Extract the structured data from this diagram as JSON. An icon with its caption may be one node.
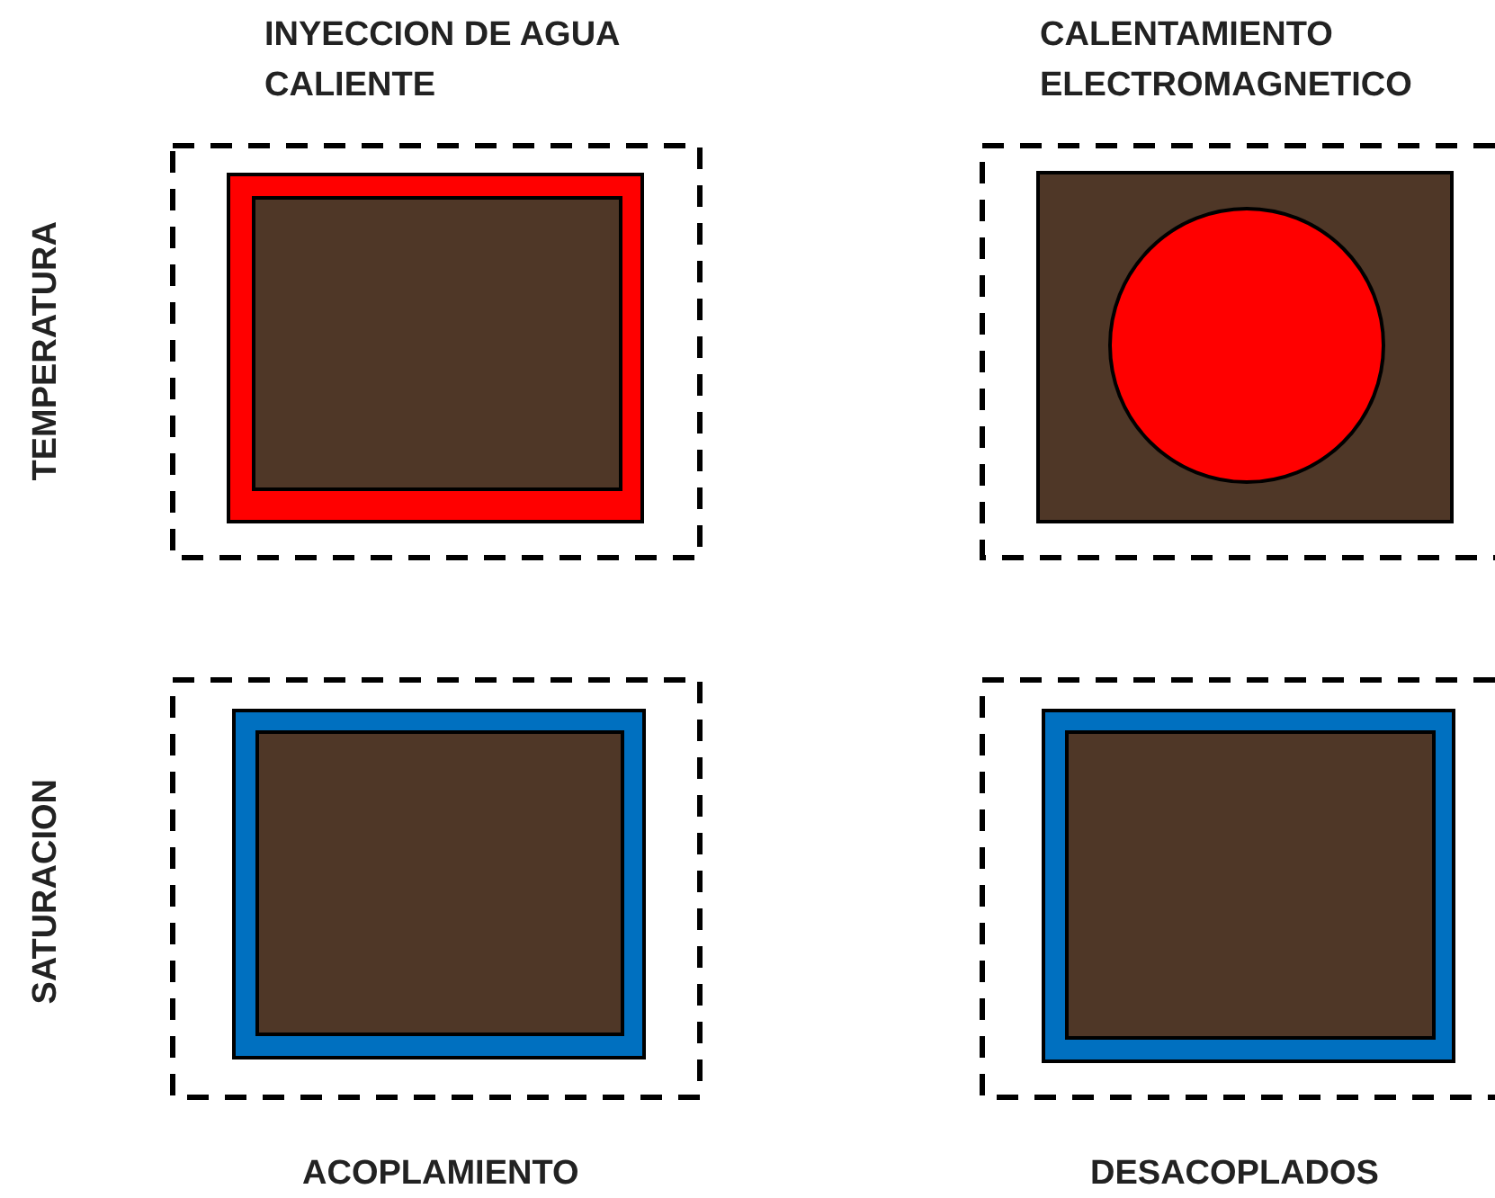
{
  "diagram": {
    "labels": [
      "INYECCION DE AGUA CALIENTE",
      "CALENTAMIENTO ELECTROMAGNETICO",
      "TEMPERATURA",
      "SATURACION",
      "ACOPLAMIENTO",
      "DESACOPLADOS"
    ]
  }
}
